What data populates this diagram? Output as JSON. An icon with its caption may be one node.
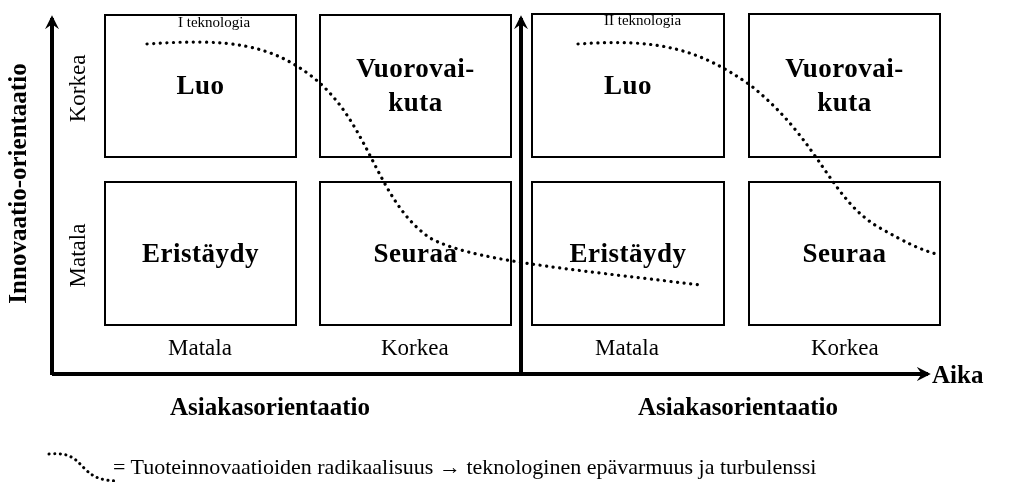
{
  "diagram": {
    "nodes": [
      {
        "text": [
          "Luo"
        ]
      },
      {
        "text": [
          "Vuorovai- kuta"
        ]
      },
      {
        "text": [
          "Eristäydy"
        ]
      },
      {
        "text": [
          "Seuraa"
        ]
      },
      {
        "text": [
          "Luo"
        ]
      },
      {
        "text": [
          "Vuorovai- kuta"
        ]
      },
      {
        "text": [
          "Eristäydy"
        ]
      },
      {
        "text": [
          "Seuraa"
        ]
      }
    ],
    "edges": [],
    "labels": [
      "I teknologia",
      "II teknologia",
      "Innovaatio-orientaatio",
      "Korkea",
      "Matala",
      "Matala",
      "Korkea",
      "Matala",
      "Korkea",
      "Aika",
      "Asiakasorientaatio",
      "Asiakasorientaatio"
    ],
    "legend": [
      {
        "text": "= Tuoteinnovaatioiden radikaalisuus → teknologinen epävarmuus ja turbulenssi"
      }
    ]
  }
}
